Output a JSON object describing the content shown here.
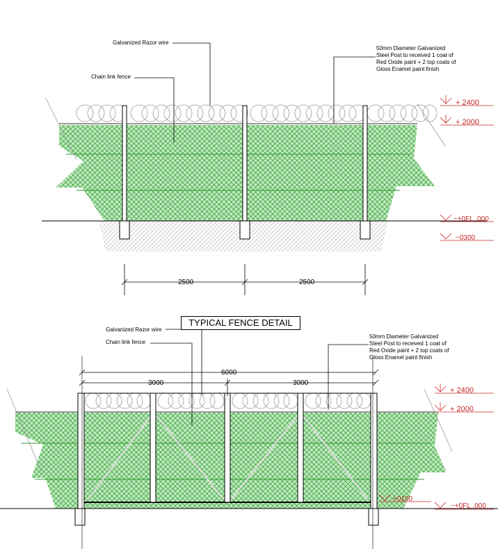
{
  "title": "TYPICAL FENCE DETAIL",
  "colors": {
    "mesh_fill": "#8fd88f",
    "mesh_line": "#2e9a2e",
    "level_red": "#c62828",
    "ground_hatch": "#9e9e9e"
  },
  "elevation": {
    "labels": {
      "razor_wire": "Galvanized Razor wire",
      "chain_link": "Chain link fence",
      "post_line1": "50mm Diameter Galvanized",
      "post_line2": "Steel Post to received 1 coat of",
      "post_line3": "Red Oxide paint + 2 top coats of",
      "post_line4": "Gloss Enamel paint finish"
    },
    "levels": [
      "+ 2400",
      "+ 2000",
      "−+0FL .000",
      "−0300"
    ],
    "dimensions": [
      "2500",
      "2500"
    ]
  },
  "gate": {
    "labels": {
      "razor_wire": "Galvanized Razor wire",
      "chain_link": "Chain link fence",
      "post_line1": "50mm Diameter Galvanized",
      "post_line2": "Steel Post to received 1 coat of",
      "post_line3": "Red Oxide paint + 2 top coats of",
      "post_line4": "Gloss Enamel paint finish"
    },
    "levels": [
      "+ 2400",
      "+ 2000",
      "+0100",
      "−+0FL .000"
    ],
    "dimensions": {
      "overall": "6000",
      "left": "3000",
      "right": "3000"
    }
  }
}
